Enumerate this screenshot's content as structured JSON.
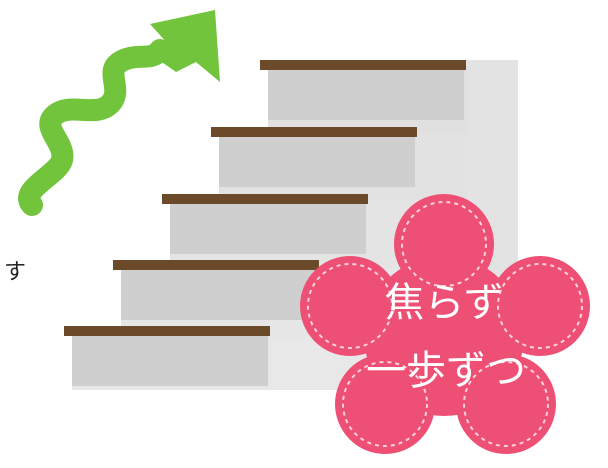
{
  "side_text": "す",
  "flower": {
    "line1": "焦らず",
    "line2": "一歩ずつ"
  },
  "colors": {
    "arrow_fill": "#71c43b",
    "arrow_edge": "#5aa92d",
    "stair_tread": "#6b4a2a",
    "stair_riser": "#cfcfcf",
    "stair_side": "#e3e3e3",
    "flower_fill": "#ee4f74",
    "flower_stitch": "#ffd2dc",
    "text_white": "#ffffff"
  }
}
